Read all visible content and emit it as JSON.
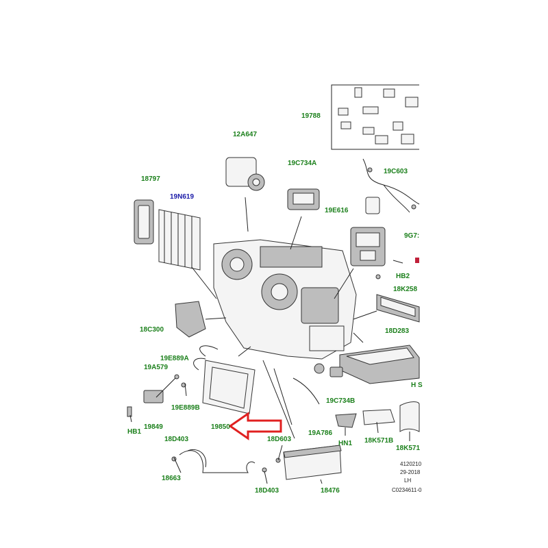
{
  "diagram": {
    "label_color": "#1a7f1a",
    "alt_label_color": "#1a1aa8",
    "arrow_color": "#e02020",
    "labels": {
      "p19788": "19788",
      "p12A647": "12A647",
      "p19C734A": "19C734A",
      "p19C603": "19C603",
      "p18797": "18797",
      "p19N619": "19N619",
      "p19E616": "19E616",
      "p9G7": "9G7:",
      "pHB2": "HB2",
      "p18K258": "18K258",
      "p18C300": "18C300",
      "p18D283": "18D283",
      "p19E889A": "19E889A",
      "p19A579": "19A579",
      "p19E889B": "19E889B",
      "p19849": "19849",
      "pHB1": "HB1",
      "p19850": "19850",
      "p19C734B": "19C734B",
      "p19A786": "19A786",
      "pHN1": "HN1",
      "p18K571B": "18K571B",
      "p18K571": "18K571",
      "p18D403a": "18D403",
      "p18D603": "18D603",
      "p18663": "18663",
      "p18D403b": "18D403",
      "p18476": "18476",
      "pH": "H S"
    },
    "info_block": [
      "4120210",
      "29-2018",
      "LH",
      "C0234611-0"
    ]
  }
}
